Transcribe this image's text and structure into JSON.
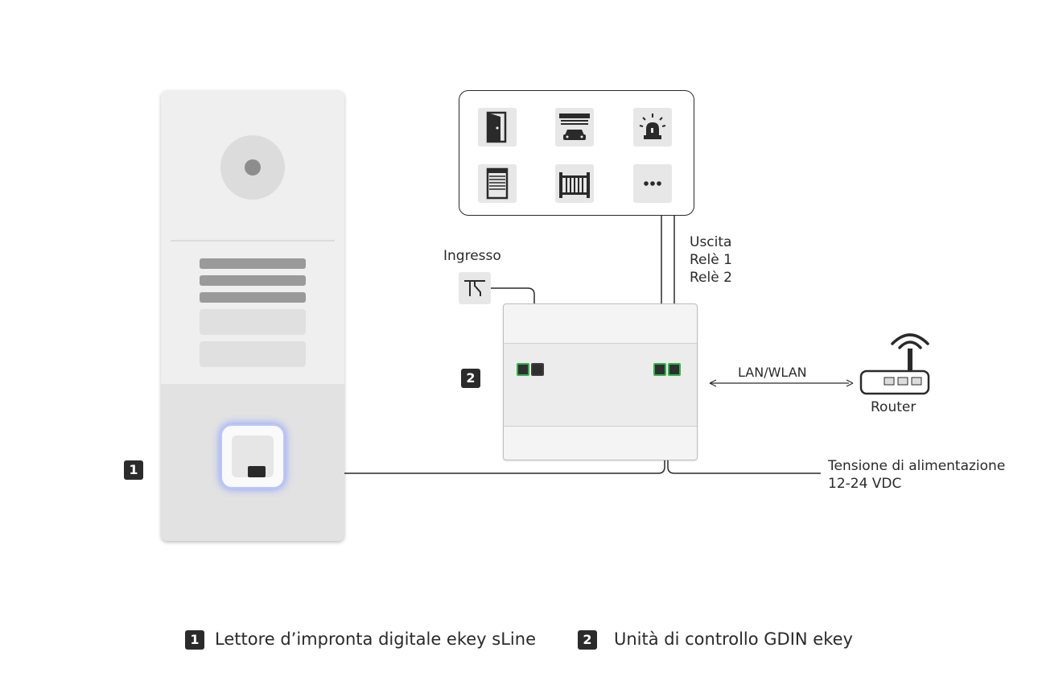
{
  "labels": {
    "input": "Ingresso",
    "output_title": "Uscita",
    "relay1": "Relè 1",
    "relay2": "Relè 2",
    "network": "LAN/WLAN",
    "router": "Router",
    "power_line1": "Tensione di alimentazione",
    "power_line2": "12-24 VDC"
  },
  "badges": {
    "reader": "1",
    "control_unit": "2"
  },
  "legend": [
    {
      "number": "1",
      "text": "Lettore d’impronta digitale ekey sLine"
    },
    {
      "number": "2",
      "text": "Unità di controllo GDIN ekey"
    }
  ],
  "device_icons": [
    "door-icon",
    "garage-icon",
    "alarm-icon",
    "blind-icon",
    "gate-icon",
    "more-icon"
  ],
  "colors": {
    "terminal_led": "#2fb24a",
    "reader_glow": "#8da2ff",
    "line": "#2a2a2a"
  }
}
